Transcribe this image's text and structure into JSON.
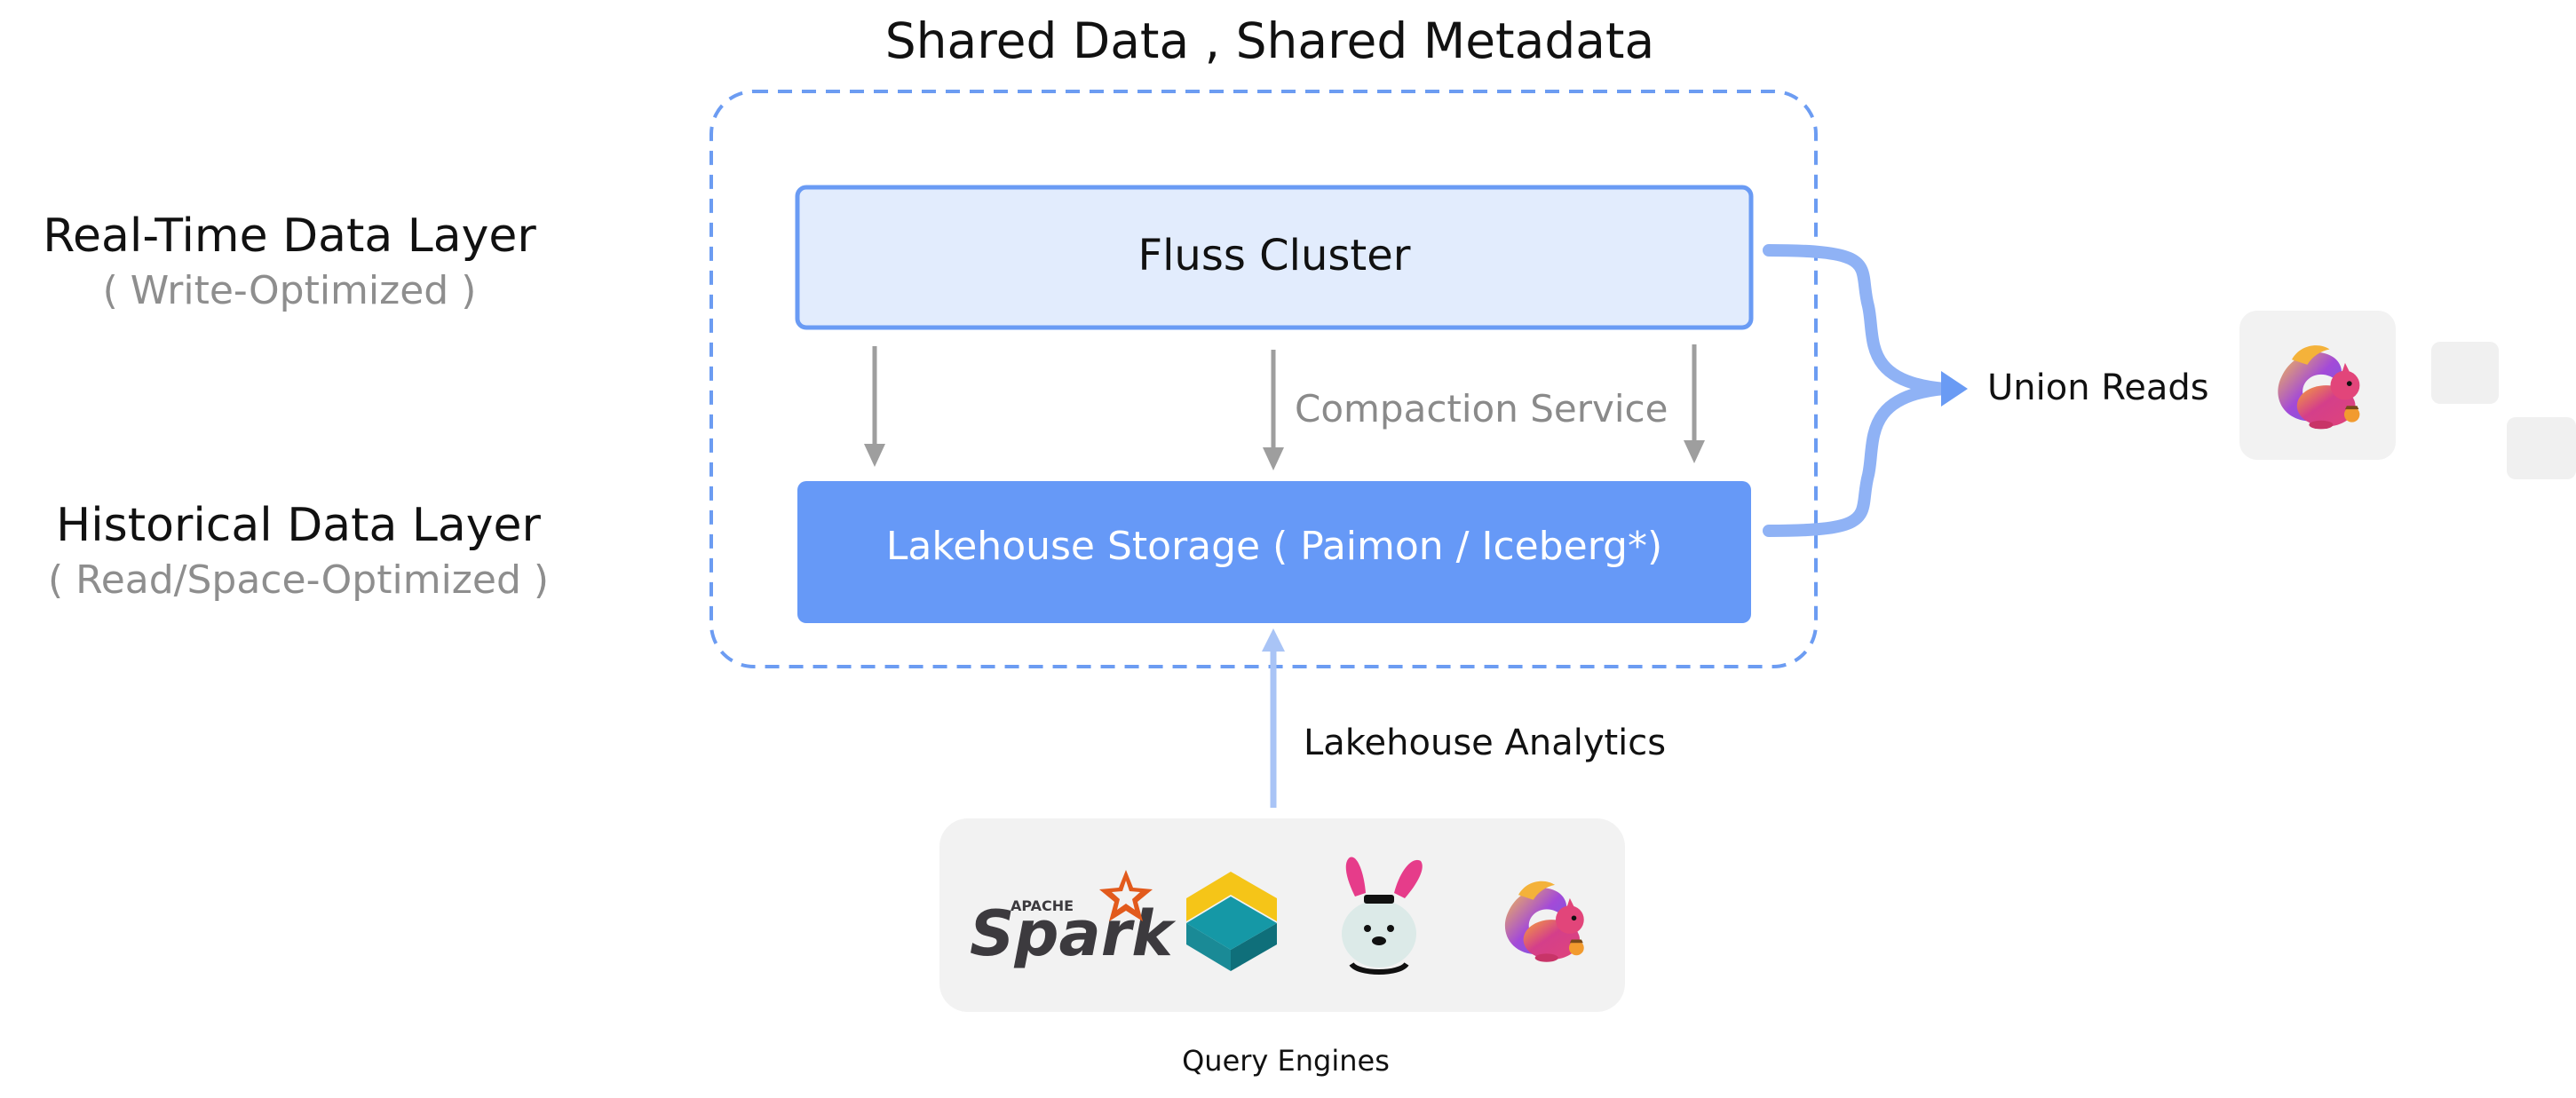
{
  "title": "Shared Data , Shared Metadata",
  "layers": {
    "realtime": {
      "title": "Real-Time Data Layer",
      "subtitle": "( Write-Optimized )"
    },
    "historical": {
      "title": "Historical Data Layer",
      "subtitle": "( Read/Space-Optimized )"
    }
  },
  "boxes": {
    "fluss": "Fluss Cluster",
    "lakehouse": "Lakehouse Storage  ( Paimon / Iceberg*)"
  },
  "edges": {
    "compaction": "Compaction Service",
    "analytics": "Lakehouse Analytics",
    "union": "Union Reads"
  },
  "engines": {
    "label": "Query Engines",
    "icons": [
      "apache-spark-logo",
      "starrocks-logo",
      "trino-bunny-logo",
      "apache-flink-squirrel-logo"
    ],
    "spark_caption": "APACHE",
    "spark_word": "Spark"
  },
  "consumer_icon": "apache-flink-squirrel-logo",
  "colors": {
    "dashed_border": "#6c9cf2",
    "fluss_fill": "#e2ecfd",
    "fluss_border": "#6a9bf4",
    "lakehouse_fill": "#6699f7",
    "arrow_gray": "#9e9e9e",
    "flow_blue": "#8fb2f5",
    "tile_gray": "#f2f2f2"
  }
}
